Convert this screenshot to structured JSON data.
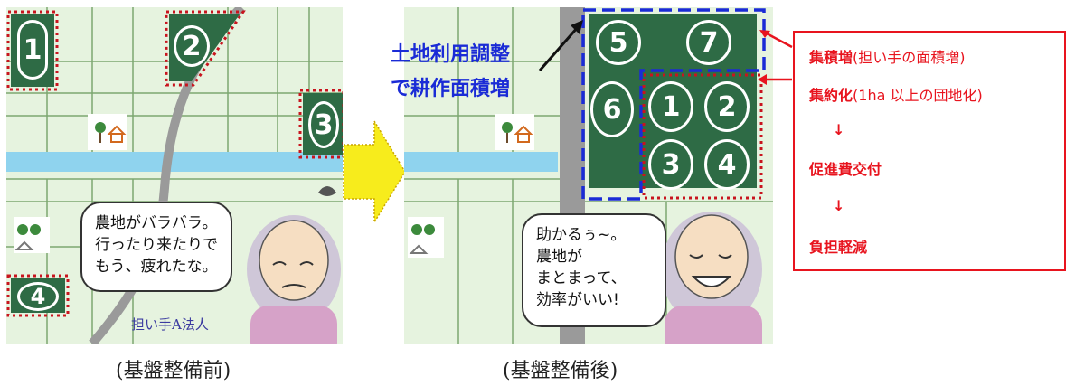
{
  "captions": {
    "before": "(基盤整備前)",
    "after": "(基盤整備後)"
  },
  "before": {
    "badges": [
      "1",
      "2",
      "3",
      "4"
    ],
    "speech": "農地がバラバラ。\n行ったり来たりで\nもう、疲れたな。",
    "farmer_label": "担い手A法人"
  },
  "after": {
    "badges": [
      "5",
      "7",
      "6",
      "1",
      "2",
      "3",
      "4"
    ],
    "speech": "助かるぅ~。\n農地が\nまとまって、\n効率がいい!",
    "blue_label_line1": "土地利用調整",
    "blue_label_line2": "で耕作面積増"
  },
  "notes": {
    "line1_main": "集積増",
    "line1_sub": "(担い手の面積増)",
    "line2_main": "集約化",
    "line2_sub": "(1ha 以上の団地化)",
    "arrow1": "↓",
    "line3": "促進費交付",
    "arrow2": "↓",
    "line4": "負担軽減"
  },
  "colors": {
    "field_green": "#e6f3df",
    "field_line": "#7da871",
    "plot_green": "#2e6b45",
    "river": "#8fd3ee",
    "road": "#9a9a9a",
    "dotted_red": "#c8141e",
    "dashed_blue": "#1a2bd6",
    "arrow_yellow": "#f7ec1c",
    "note_red": "#e8141e"
  }
}
